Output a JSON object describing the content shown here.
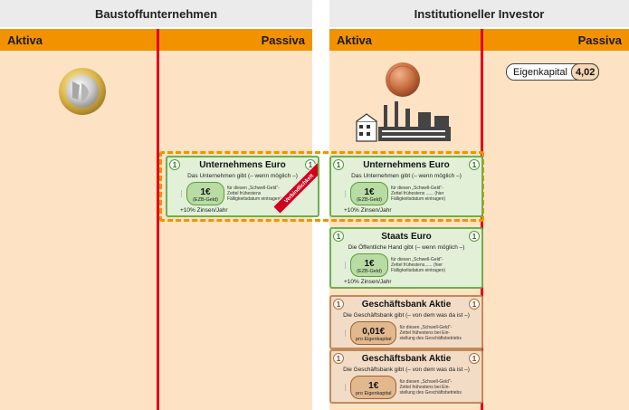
{
  "left_panel": {
    "title": "Baustoffunternehmen",
    "aktiva_label": "Aktiva",
    "passiva_label": "Passiva",
    "coin_icon": "one-euro-coin-icon"
  },
  "right_panel": {
    "title": "Institutioneller Investor",
    "aktiva_label": "Aktiva",
    "passiva_label": "Passiva",
    "coin_icon": "one-cent-coin-icon",
    "factory_icon": "factory-icon",
    "eigenkapital_label": "Eigenkapital",
    "eigenkapital_value": "4,02"
  },
  "exclamation": "!",
  "notes": {
    "unternehmen_left": {
      "number": "1",
      "title": "Unternehmens Euro",
      "subtitle": "Das Unternehmen gibt (– wenn möglich –)",
      "amount": "1€",
      "amount_sub": "(EZB-Geld)",
      "fine_1": "für diesen „Schwell-Geld“-",
      "fine_2": "Zettel frühestens",
      "fine_3": "Fälligkeitsdatum eintragen)",
      "footer": "+10% Zinsen/Jahr",
      "stamp": "Verbindlichkeit"
    },
    "unternehmen_right": {
      "number": "1",
      "title": "Unternehmens Euro",
      "subtitle": "Das Unternehmen gibt (– wenn möglich –)",
      "amount": "1€",
      "amount_sub": "(EZB-Geld)",
      "fine_1": "für diesen „Schwell-Geld“-",
      "fine_2": "Zettel frühestens ...... (hier",
      "fine_3": "Fälligkeitsdatum eintragen)",
      "footer": "+10% Zinsen/Jahr"
    },
    "staats": {
      "number": "1",
      "title": "Staats Euro",
      "subtitle": "Die Öffentliche Hand gibt (– wenn möglich –)",
      "amount": "1€",
      "amount_sub": "(EZB-Geld)",
      "fine_1": "für diesen „Schwell-Geld“-",
      "fine_2": "Zettel frühestens...... (hier",
      "fine_3": "Fälligkeitsdatum eintragen)",
      "footer": "+10% Zinsen/Jahr"
    },
    "aktie_1": {
      "number": "1",
      "title": "Geschäftsbank Aktie",
      "subtitle": "Die Geschäftsbank gibt (– von dem was da ist –)",
      "amount": "0,01€",
      "amount_sub": "pro Eigenkapital",
      "fine_1": "für diesen „Schwell-Geld“-",
      "fine_2": "Zettel frühestens bei Ein-",
      "fine_3": "stellung des Geschäftsbetriebs"
    },
    "aktie_2": {
      "number": "1",
      "title": "Geschäftsbank Aktie",
      "subtitle": "Die Geschäftsbank gibt (– von dem was da ist –)",
      "amount": "1€",
      "amount_sub": "pro Eigenkapital",
      "fine_1": "für diesen „Schwell-Geld“-",
      "fine_2": "Zettel frühestens bei Ein-",
      "fine_3": "stellung des Geschäftsbetriebs"
    }
  },
  "colors": {
    "header_bg": "#ebebeb",
    "subheader_orange": "#f39200",
    "body_peach": "#fde3c4",
    "divider_red": "#e2001a",
    "note_green": "#e2f0d8",
    "note_brown": "#f2dcc6"
  }
}
